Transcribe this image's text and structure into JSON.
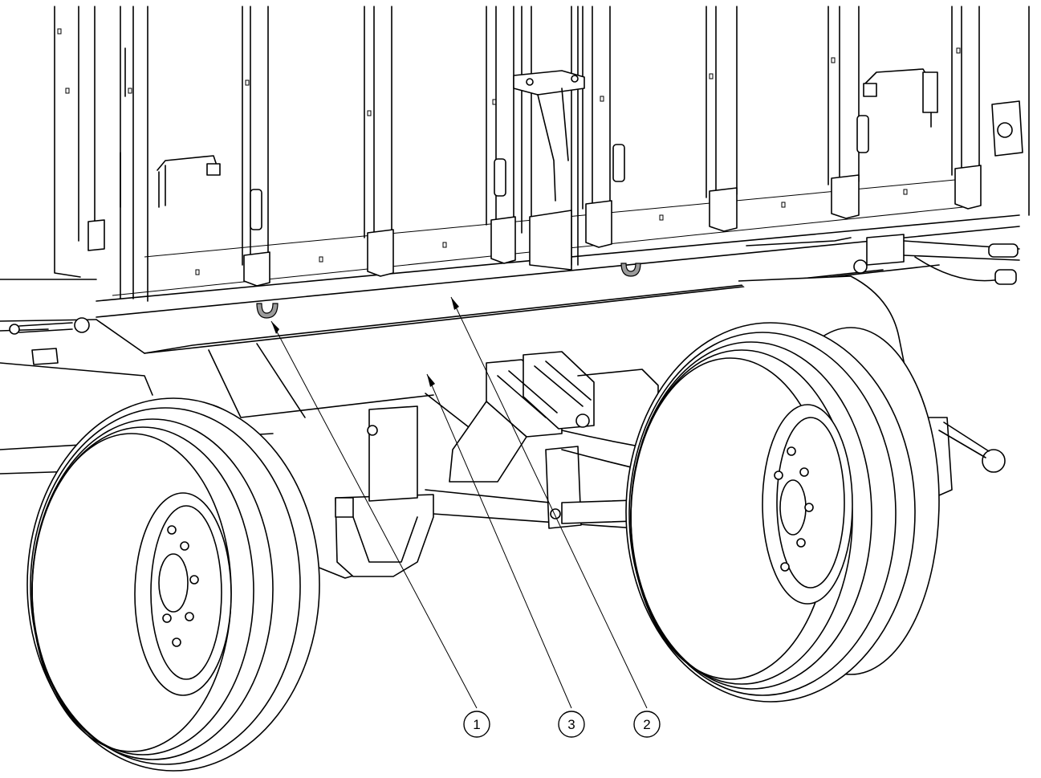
{
  "figure": {
    "callouts": [
      {
        "id": "callout-1",
        "label": "1"
      },
      {
        "id": "callout-3",
        "label": "3"
      },
      {
        "id": "callout-2",
        "label": "2"
      }
    ],
    "colors": {
      "line": "#000000",
      "background": "#ffffff",
      "highlight": "#9a9a9a"
    }
  }
}
